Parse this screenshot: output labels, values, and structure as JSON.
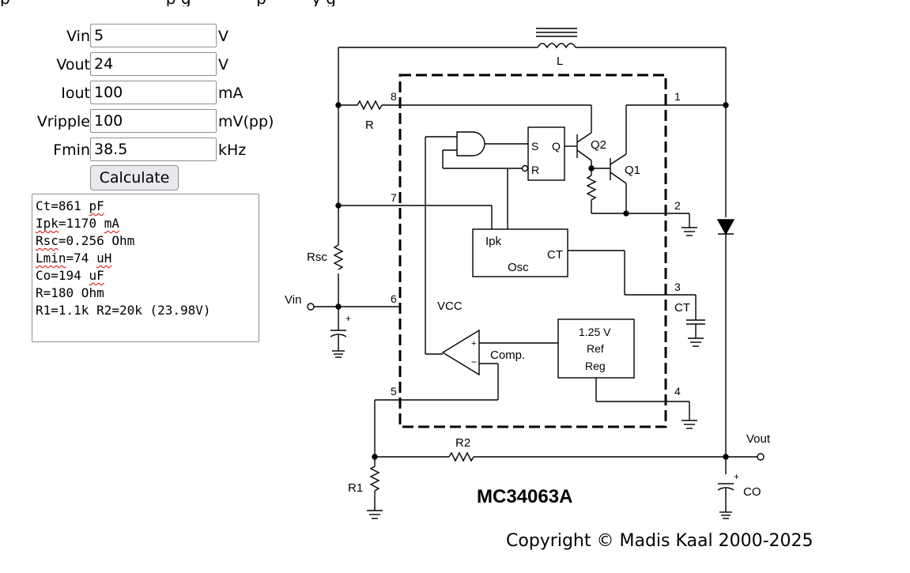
{
  "top_text": "p  ·  ·  ·  ·  ·  ·  ·  ·  ·  ·  ·  ·  ·  ·  ·  p  g  ·  ·  ·  ·  ·  ·  p  ·  ·  ·  ·  y  g",
  "inputs": [
    {
      "label": "Vin",
      "value": "5",
      "unit": "V"
    },
    {
      "label": "Vout",
      "value": "24",
      "unit": "V"
    },
    {
      "label": "Iout",
      "value": "100",
      "unit": "mA"
    },
    {
      "label": "Vripple",
      "value": "100",
      "unit": "mV(pp)"
    },
    {
      "label": "Fmin",
      "value": "38.5",
      "unit": "kHz"
    }
  ],
  "calculate_label": "Calculate",
  "results": [
    {
      "name": "Ct",
      "value": "=861 ",
      "unit": "pF"
    },
    {
      "name": "Ipk",
      "value": "=1170 ",
      "unit": "mA"
    },
    {
      "name": "Rsc",
      "value": "=0.256 Ohm",
      "unit": ""
    },
    {
      "name": "Lmin",
      "value": "=74 ",
      "unit": "uH"
    },
    {
      "name": "Co",
      "value": "=194 ",
      "unit": "uF"
    },
    {
      "name": "R",
      "value": "=180 Ohm",
      "unit": ""
    },
    {
      "name": "R1",
      "value": "=1.1k R2=20k (23.98V)",
      "unit": ""
    }
  ],
  "schematic": {
    "chip": "MC34063A",
    "inductor": "L",
    "resistor_r": "R",
    "rsc": "Rsc",
    "vin": "Vin",
    "vcc": "VCC",
    "q1": "Q1",
    "q2": "Q2",
    "flipflop_s": "S",
    "flipflop_q": "Q",
    "flipflop_r": "R",
    "ipk": "Ipk",
    "osc": "Osc",
    "ct_in": "CT",
    "ct_out": "CT",
    "ref_line1": "1.25 V",
    "ref_line2": "Ref",
    "ref_line3": "Reg",
    "comp": "Comp.",
    "r1": "R1",
    "r2": "R2",
    "vout": "Vout",
    "co": "CO",
    "pins": [
      "1",
      "2",
      "3",
      "4",
      "5",
      "6",
      "7",
      "8"
    ]
  },
  "copyright": "Copyright © Madis Kaal 2000-2025"
}
